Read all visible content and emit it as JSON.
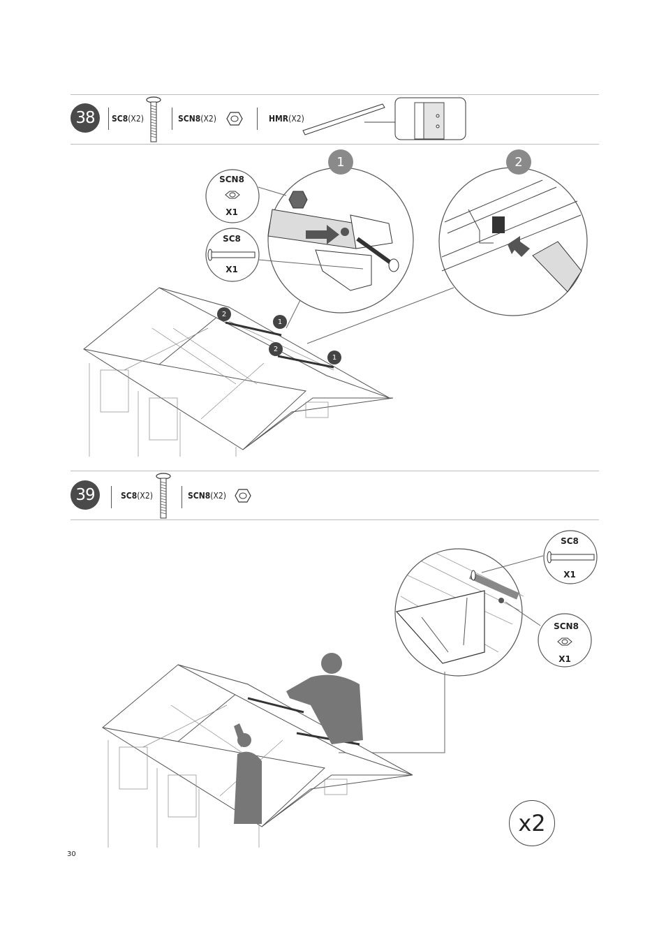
{
  "page_number": "30",
  "step38": {
    "number": "38",
    "parts": [
      {
        "code": "SC8",
        "qty": "(X2)",
        "icon": "bolt-icon"
      },
      {
        "code": "SCN8",
        "qty": "(X2)",
        "icon": "nut-icon"
      },
      {
        "code": "HMR",
        "qty": "(X2)",
        "icon": "bar-icon"
      }
    ],
    "callouts": [
      {
        "title": "SCN8",
        "qty": "X1",
        "icon": "nut-icon"
      },
      {
        "title": "SC8",
        "qty": "X1",
        "icon": "bolt-icon"
      }
    ],
    "detail_numbers": [
      "1",
      "2"
    ],
    "markers": [
      "2",
      "1",
      "2",
      "1"
    ]
  },
  "step39": {
    "number": "39",
    "parts": [
      {
        "code": "SC8",
        "qty": "(X2)",
        "icon": "bolt-icon"
      },
      {
        "code": "SCN8",
        "qty": "(X2)",
        "icon": "nut-icon"
      }
    ],
    "callouts": [
      {
        "title": "SC8",
        "qty": "X1",
        "icon": "bolt-icon"
      },
      {
        "title": "SCN8",
        "qty": "X1",
        "icon": "nut-icon"
      }
    ],
    "repeat": "x2"
  }
}
